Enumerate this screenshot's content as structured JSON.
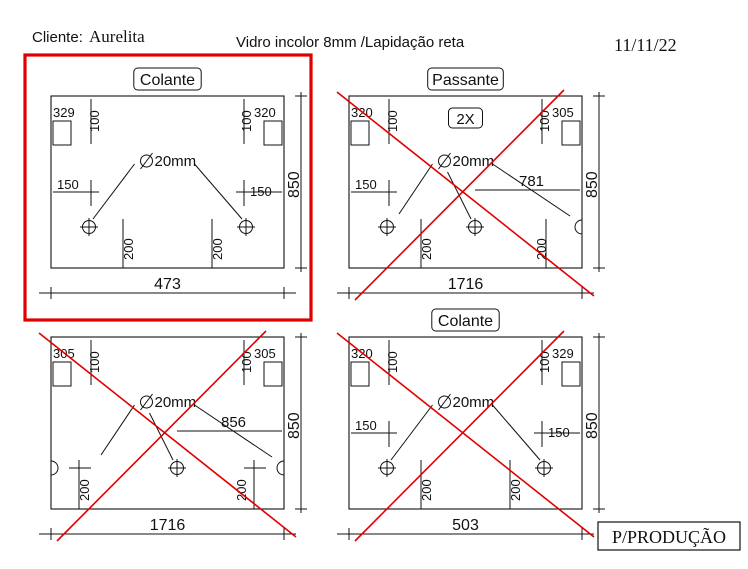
{
  "header": {
    "client_label": "Cliente:",
    "client_name": "Aurelita",
    "spec": "Vidro incolor 8mm /Lapidação reta",
    "date": "11/11/22"
  },
  "stamp": "P/PRODUÇÃO",
  "colors": {
    "ink": "#111111",
    "cross": "#e00000",
    "highlight": "#e00000"
  },
  "panels": [
    {
      "id": "p1",
      "tag": "Colante",
      "qty": "",
      "left_corner": "329",
      "right_corner": "320",
      "left_off": "100",
      "right_off": "100",
      "hole": "20mm",
      "left_hole": "150",
      "right_hole": "150",
      "bottom_left": "200",
      "bottom_right": "200",
      "width": "473",
      "height": "850",
      "dist": "",
      "highlighted": true,
      "crossed": false
    },
    {
      "id": "p2",
      "tag": "Passante",
      "qty": "2X",
      "left_corner": "320",
      "right_corner": "305",
      "left_off": "100",
      "right_off": "100",
      "hole": "20mm",
      "left_hole": "150",
      "right_hole": "",
      "bottom_left": "200",
      "bottom_right": "200",
      "width": "1716",
      "height": "850",
      "dist": "781",
      "highlighted": false,
      "crossed": true
    },
    {
      "id": "p3",
      "tag": "",
      "qty": "",
      "left_corner": "305",
      "right_corner": "305",
      "left_off": "100",
      "right_off": "100",
      "hole": "20mm",
      "left_hole": "",
      "right_hole": "",
      "bottom_left": "200",
      "bottom_right": "200",
      "width": "1716",
      "height": "850",
      "dist": "856",
      "highlighted": false,
      "crossed": true
    },
    {
      "id": "p4",
      "tag": "Colante",
      "qty": "",
      "left_corner": "320",
      "right_corner": "329",
      "left_off": "100",
      "right_off": "100",
      "hole": "20mm",
      "left_hole": "150",
      "right_hole": "150",
      "bottom_left": "200",
      "bottom_right": "200",
      "width": "503",
      "height": "850",
      "dist": "",
      "highlighted": false,
      "crossed": true
    }
  ]
}
